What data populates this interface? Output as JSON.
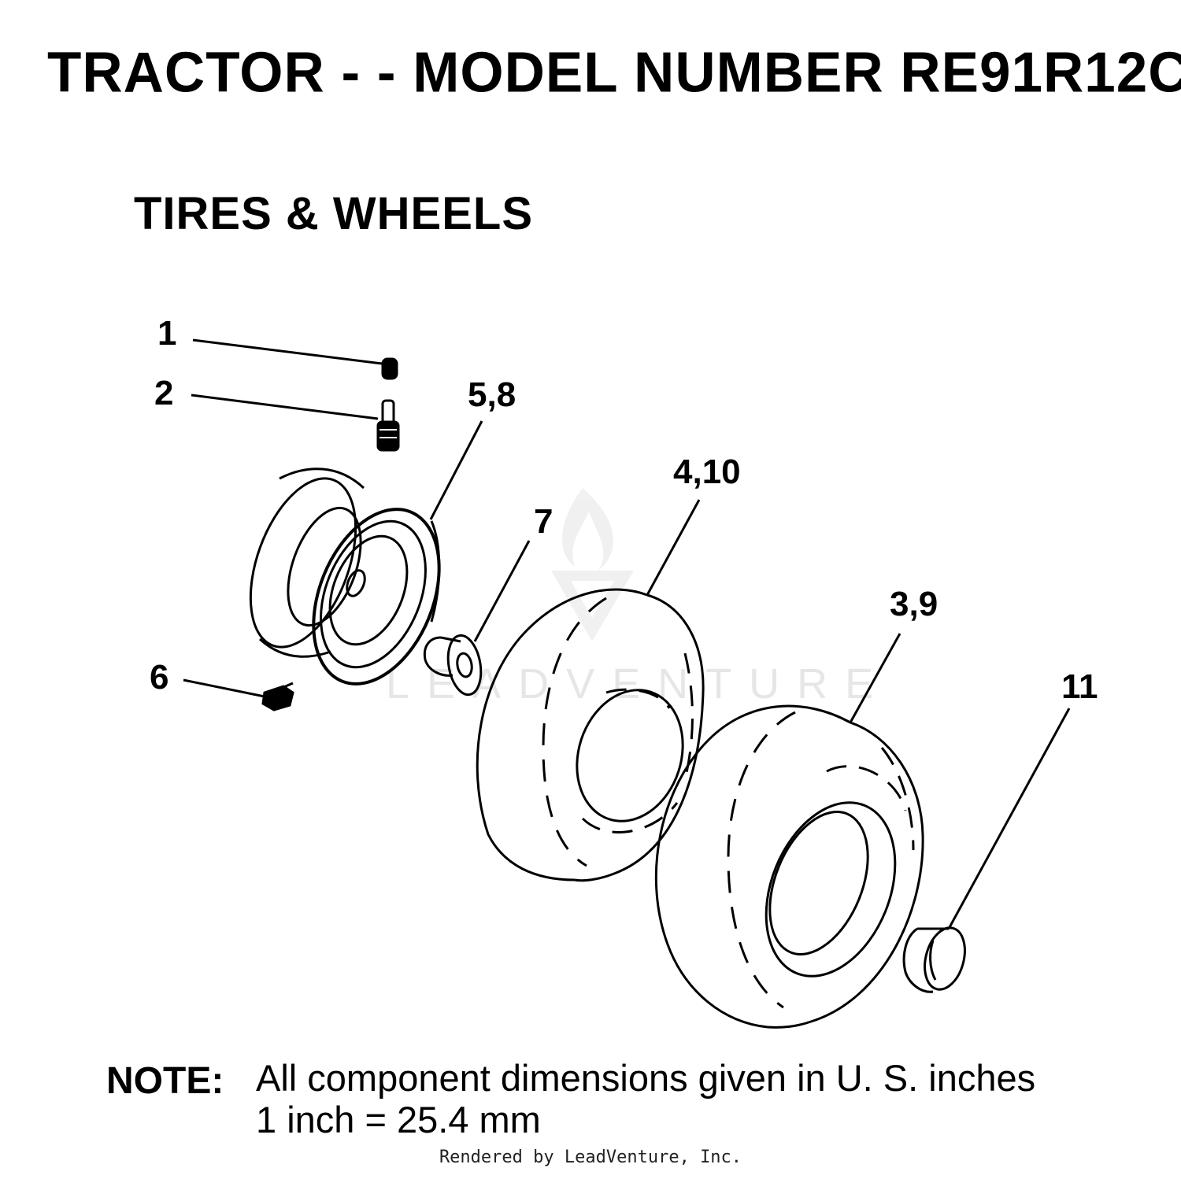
{
  "header": {
    "title": "TRACTOR - - MODEL NUMBER RE91R12C",
    "section": "TIRES & WHEELS"
  },
  "callouts": [
    {
      "label": "1"
    },
    {
      "label": "2"
    },
    {
      "label": "5,8"
    },
    {
      "label": "7"
    },
    {
      "label": "4,10"
    },
    {
      "label": "3,9"
    },
    {
      "label": "6"
    },
    {
      "label": "11"
    }
  ],
  "note": {
    "label": "NOTE:",
    "line1": "All component dimensions given in U. S. inches",
    "line2": "1 inch = 25.4 mm"
  },
  "watermark": "LEADVENTURE",
  "footer": {
    "rendered_by": "Rendered by LeadVenture, Inc."
  }
}
